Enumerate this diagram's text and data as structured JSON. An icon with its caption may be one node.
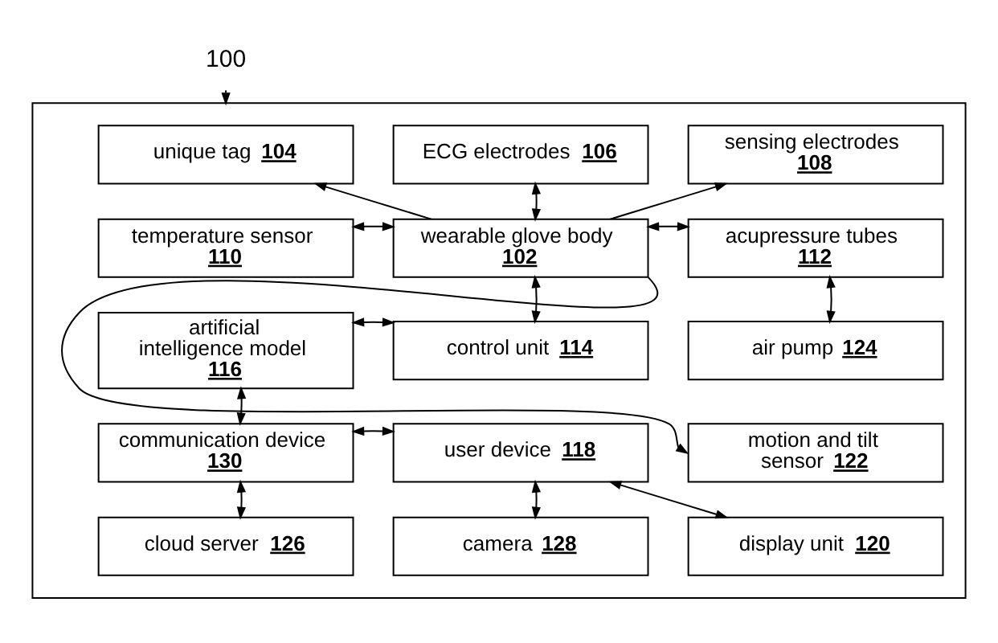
{
  "diagram": {
    "nodes": [
      {
        "text": [
          "100"
        ]
      },
      {
        "text": [],
        "shape": "box"
      },
      {
        "text": [
          "unique tag 104"
        ],
        "in": 1
      },
      {
        "text": [
          "ECG electrodes 106"
        ],
        "in": 1
      },
      {
        "text": [
          "sensing electrodes 108"
        ],
        "in": 1
      },
      {
        "text": [
          "temperature sensor 110"
        ],
        "in": 1
      },
      {
        "text": [
          "wearable glove body 102"
        ],
        "in": 1
      },
      {
        "text": [
          "acupressure tubes 112"
        ],
        "in": 1
      },
      {
        "text": [
          "artificial intelligence model 116"
        ],
        "in": 1
      },
      {
        "text": [
          "control unit 114"
        ],
        "in": 1
      },
      {
        "text": [
          "air pump 124"
        ],
        "in": 1
      },
      {
        "text": [
          "motion and tilt sensor 122"
        ],
        "in": 1
      },
      {
        "text": [
          "communication device 130"
        ],
        "in": 1
      },
      {
        "text": [
          "user device 118"
        ],
        "in": 1
      },
      {
        "text": [
          "cloud server 126"
        ],
        "in": 1
      },
      {
        "text": [
          "camera 128"
        ],
        "in": 1
      },
      {
        "text": [
          "display unit 120"
        ],
        "in": 1
      }
    ],
    "edges": [
      {
        "from": 0,
        "to": 1,
        "arrow": "to"
      },
      {
        "from": 6,
        "to": 2,
        "arrow": "to"
      },
      {
        "from": 6,
        "to": 3,
        "arrow": "both"
      },
      {
        "from": 6,
        "to": 4,
        "arrow": "to"
      },
      {
        "from": 5,
        "to": 6,
        "arrow": "both"
      },
      {
        "from": 6,
        "to": 7,
        "arrow": "both"
      },
      {
        "from": 7,
        "to": 10,
        "arrow": "both"
      },
      {
        "from": 6,
        "to": 11,
        "arrow": "to"
      },
      {
        "from": 6,
        "to": 9,
        "arrow": "both"
      },
      {
        "from": 8,
        "to": 9,
        "arrow": "both"
      },
      {
        "from": 8,
        "to": 12,
        "arrow": "both"
      },
      {
        "from": 12,
        "to": 13,
        "arrow": "both"
      },
      {
        "from": 12,
        "to": 14,
        "arrow": "both"
      },
      {
        "from": 13,
        "to": 15,
        "arrow": "both"
      },
      {
        "from": 13,
        "to": 16,
        "arrow": "both"
      }
    ]
  }
}
